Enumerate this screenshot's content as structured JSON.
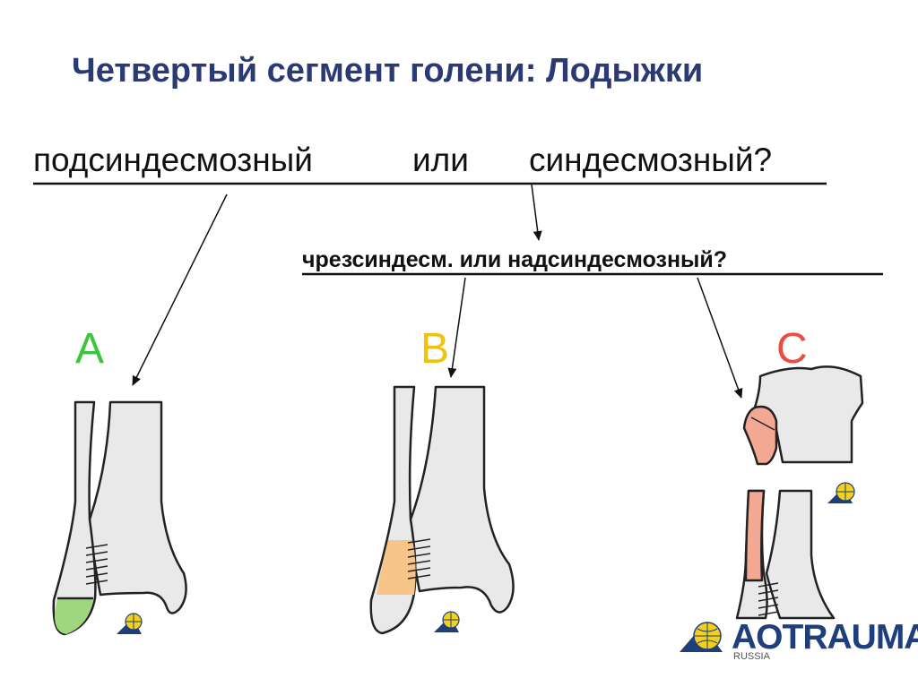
{
  "title": "Четвертый сегмент голени: Лодыжки",
  "question1": {
    "left": "подсиндесмозный",
    "or": "или",
    "right": "синдесмозный?"
  },
  "question2": "чрезсиндесм. или надсиндесмозный?",
  "types": [
    {
      "label": "A",
      "color": "#3cc43c",
      "fill": "#9ed77e"
    },
    {
      "label": "B",
      "color": "#f2c20a",
      "fill": "#f7c58a"
    },
    {
      "label": "C",
      "color": "#ee4b42",
      "fill": "#f2a893"
    }
  ],
  "brand": {
    "name": "AOTRAUMA",
    "sub": "RUSSIA",
    "primary": "#1f3f7a",
    "accent": "#f2d01c"
  },
  "colors": {
    "title": "#2b3a73",
    "bone": "#e9e9e9",
    "outline": "#222222"
  }
}
